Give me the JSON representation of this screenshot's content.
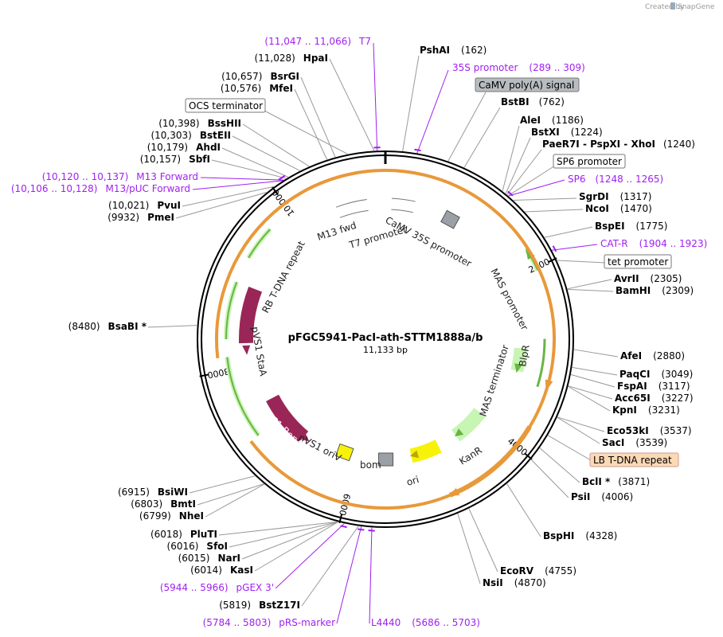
{
  "header": {
    "credit": "Created by",
    "brand": "SnapGene"
  },
  "plasmid": {
    "name": "pFGC5941-PacI-ath-STTM1888a/b",
    "size_label": "11,133 bp",
    "length": 11133
  },
  "colors": {
    "purple": "#a020f0",
    "maroon": "#9a2657",
    "green": "#6ab445",
    "light_green": "#c8f5b4",
    "orange": "#e8993a",
    "yellow": "#f7f20a",
    "gray": "#9aa0a6",
    "peach": "#fbd9b5"
  },
  "ticks": [
    {
      "pos": 2000,
      "label": "2000"
    },
    {
      "pos": 4000,
      "label": "4000"
    },
    {
      "pos": 6000,
      "label": "6000"
    },
    {
      "pos": 8000,
      "label": "8000"
    },
    {
      "pos": 10000,
      "label": "10,000"
    }
  ],
  "enzymes_right": [
    {
      "name": "PshAI",
      "pos": "(162)",
      "p": 162
    },
    {
      "name": "BstBI",
      "pos": "(762)",
      "p": 762
    },
    {
      "name": "AleI",
      "pos": "(1186)",
      "p": 1186
    },
    {
      "name": "BstXI",
      "pos": "(1224)",
      "p": 1224
    },
    {
      "name": "PaeR7I - PspXI - XhoI",
      "pos": "(1240)",
      "p": 1240
    },
    {
      "name": "SgrDI",
      "pos": "(1317)",
      "p": 1317
    },
    {
      "name": "NcoI",
      "pos": "(1470)",
      "p": 1470
    },
    {
      "name": "BspEI",
      "pos": "(1775)",
      "p": 1775
    },
    {
      "name": "AvrII",
      "pos": "(2305)",
      "p": 2305
    },
    {
      "name": "BamHI",
      "pos": "(2309)",
      "p": 2309
    },
    {
      "name": "AfeI",
      "pos": "(2880)",
      "p": 2880
    },
    {
      "name": "PaqCI",
      "pos": "(3049)",
      "p": 3049
    },
    {
      "name": "FspAI",
      "pos": "(3117)",
      "p": 3117
    },
    {
      "name": "Acc65I",
      "pos": "(3227)",
      "p": 3227
    },
    {
      "name": "KpnI",
      "pos": "(3231)",
      "p": 3231
    },
    {
      "name": "Eco53kI",
      "pos": "(3537)",
      "p": 3537
    },
    {
      "name": "SacI",
      "pos": "(3539)",
      "p": 3539
    },
    {
      "name": "BclI *",
      "pos": "(3871)",
      "p": 3871
    },
    {
      "name": "PsiI",
      "pos": "(4006)",
      "p": 4006
    },
    {
      "name": "BspHI",
      "pos": "(4328)",
      "p": 4328
    },
    {
      "name": "EcoRV",
      "pos": "(4755)",
      "p": 4755
    },
    {
      "name": "NsiI",
      "pos": "(4870)",
      "p": 4870
    }
  ],
  "enzymes_left": [
    {
      "name": "HpaI",
      "pos": "(11,028)",
      "p": 11028
    },
    {
      "name": "BsrGI",
      "pos": "(10,657)",
      "p": 10657
    },
    {
      "name": "MfeI",
      "pos": "(10,576)",
      "p": 10576
    },
    {
      "name": "BssHII",
      "pos": "(10,398)",
      "p": 10398
    },
    {
      "name": "BstEII",
      "pos": "(10,303)",
      "p": 10303
    },
    {
      "name": "AhdI",
      "pos": "(10,179)",
      "p": 10179
    },
    {
      "name": "SbfI",
      "pos": "(10,157)",
      "p": 10157
    },
    {
      "name": "PvuI",
      "pos": "(10,021)",
      "p": 10021
    },
    {
      "name": "PmeI",
      "pos": "(9932)",
      "p": 9932
    },
    {
      "name": "BsaBI *",
      "pos": "(8480)",
      "p": 8480
    },
    {
      "name": "BsiWI",
      "pos": "(6915)",
      "p": 6915
    },
    {
      "name": "BmtI",
      "pos": "(6803)",
      "p": 6803
    },
    {
      "name": "NheI",
      "pos": "(6799)",
      "p": 6799
    },
    {
      "name": "PluTI",
      "pos": "(6018)",
      "p": 6018
    },
    {
      "name": "SfoI",
      "pos": "(6016)",
      "p": 6016
    },
    {
      "name": "NarI",
      "pos": "(6015)",
      "p": 6015
    },
    {
      "name": "KasI",
      "pos": "(6014)",
      "p": 6014
    },
    {
      "name": "BstZ17I",
      "pos": "(5819)",
      "p": 5819
    }
  ],
  "primers": [
    {
      "name": "T7",
      "range": "(11,047 .. 11,066)",
      "p": 11056
    },
    {
      "name": "35S promoter",
      "range": "(289 .. 309)",
      "p": 299
    },
    {
      "name": "SP6",
      "range": "(1248 .. 1265)",
      "p": 1256
    },
    {
      "name": "CAT-R",
      "range": "(1904 .. 1923)",
      "p": 1913
    },
    {
      "name": "M13 Forward",
      "range": "(10,120 .. 10,137)",
      "p": 10128
    },
    {
      "name": "M13/pUC Forward",
      "range": "(10,106 .. 10,128)",
      "p": 10117
    },
    {
      "name": "pGEX 3'",
      "range": "(5944 .. 5966)",
      "p": 5955
    },
    {
      "name": "pRS-marker",
      "range": "(5784 .. 5803)",
      "p": 5793
    },
    {
      "name": "L4440",
      "range": "(5686 .. 5703)",
      "p": 5694
    }
  ],
  "boxed_labels": [
    {
      "name": "CaMV poly(A) signal",
      "style": "gray"
    },
    {
      "name": "SP6 promoter",
      "style": "white"
    },
    {
      "name": "tet promoter",
      "style": "white"
    },
    {
      "name": "OCS terminator",
      "style": "white"
    },
    {
      "name": "LB T-DNA repeat",
      "style": "peach"
    }
  ],
  "features": [
    {
      "name": "T7 promoter"
    },
    {
      "name": "CaMV 35S promoter"
    },
    {
      "name": "M13 fwd"
    },
    {
      "name": "RB T-DNA repeat"
    },
    {
      "name": "MAS promoter"
    },
    {
      "name": "BlpR"
    },
    {
      "name": "MAS terminator"
    },
    {
      "name": "KanR"
    },
    {
      "name": "ori"
    },
    {
      "name": "bom"
    },
    {
      "name": "pVS1 oriV"
    },
    {
      "name": "pVS1 RepA"
    },
    {
      "name": "pVS1 StaA"
    }
  ]
}
